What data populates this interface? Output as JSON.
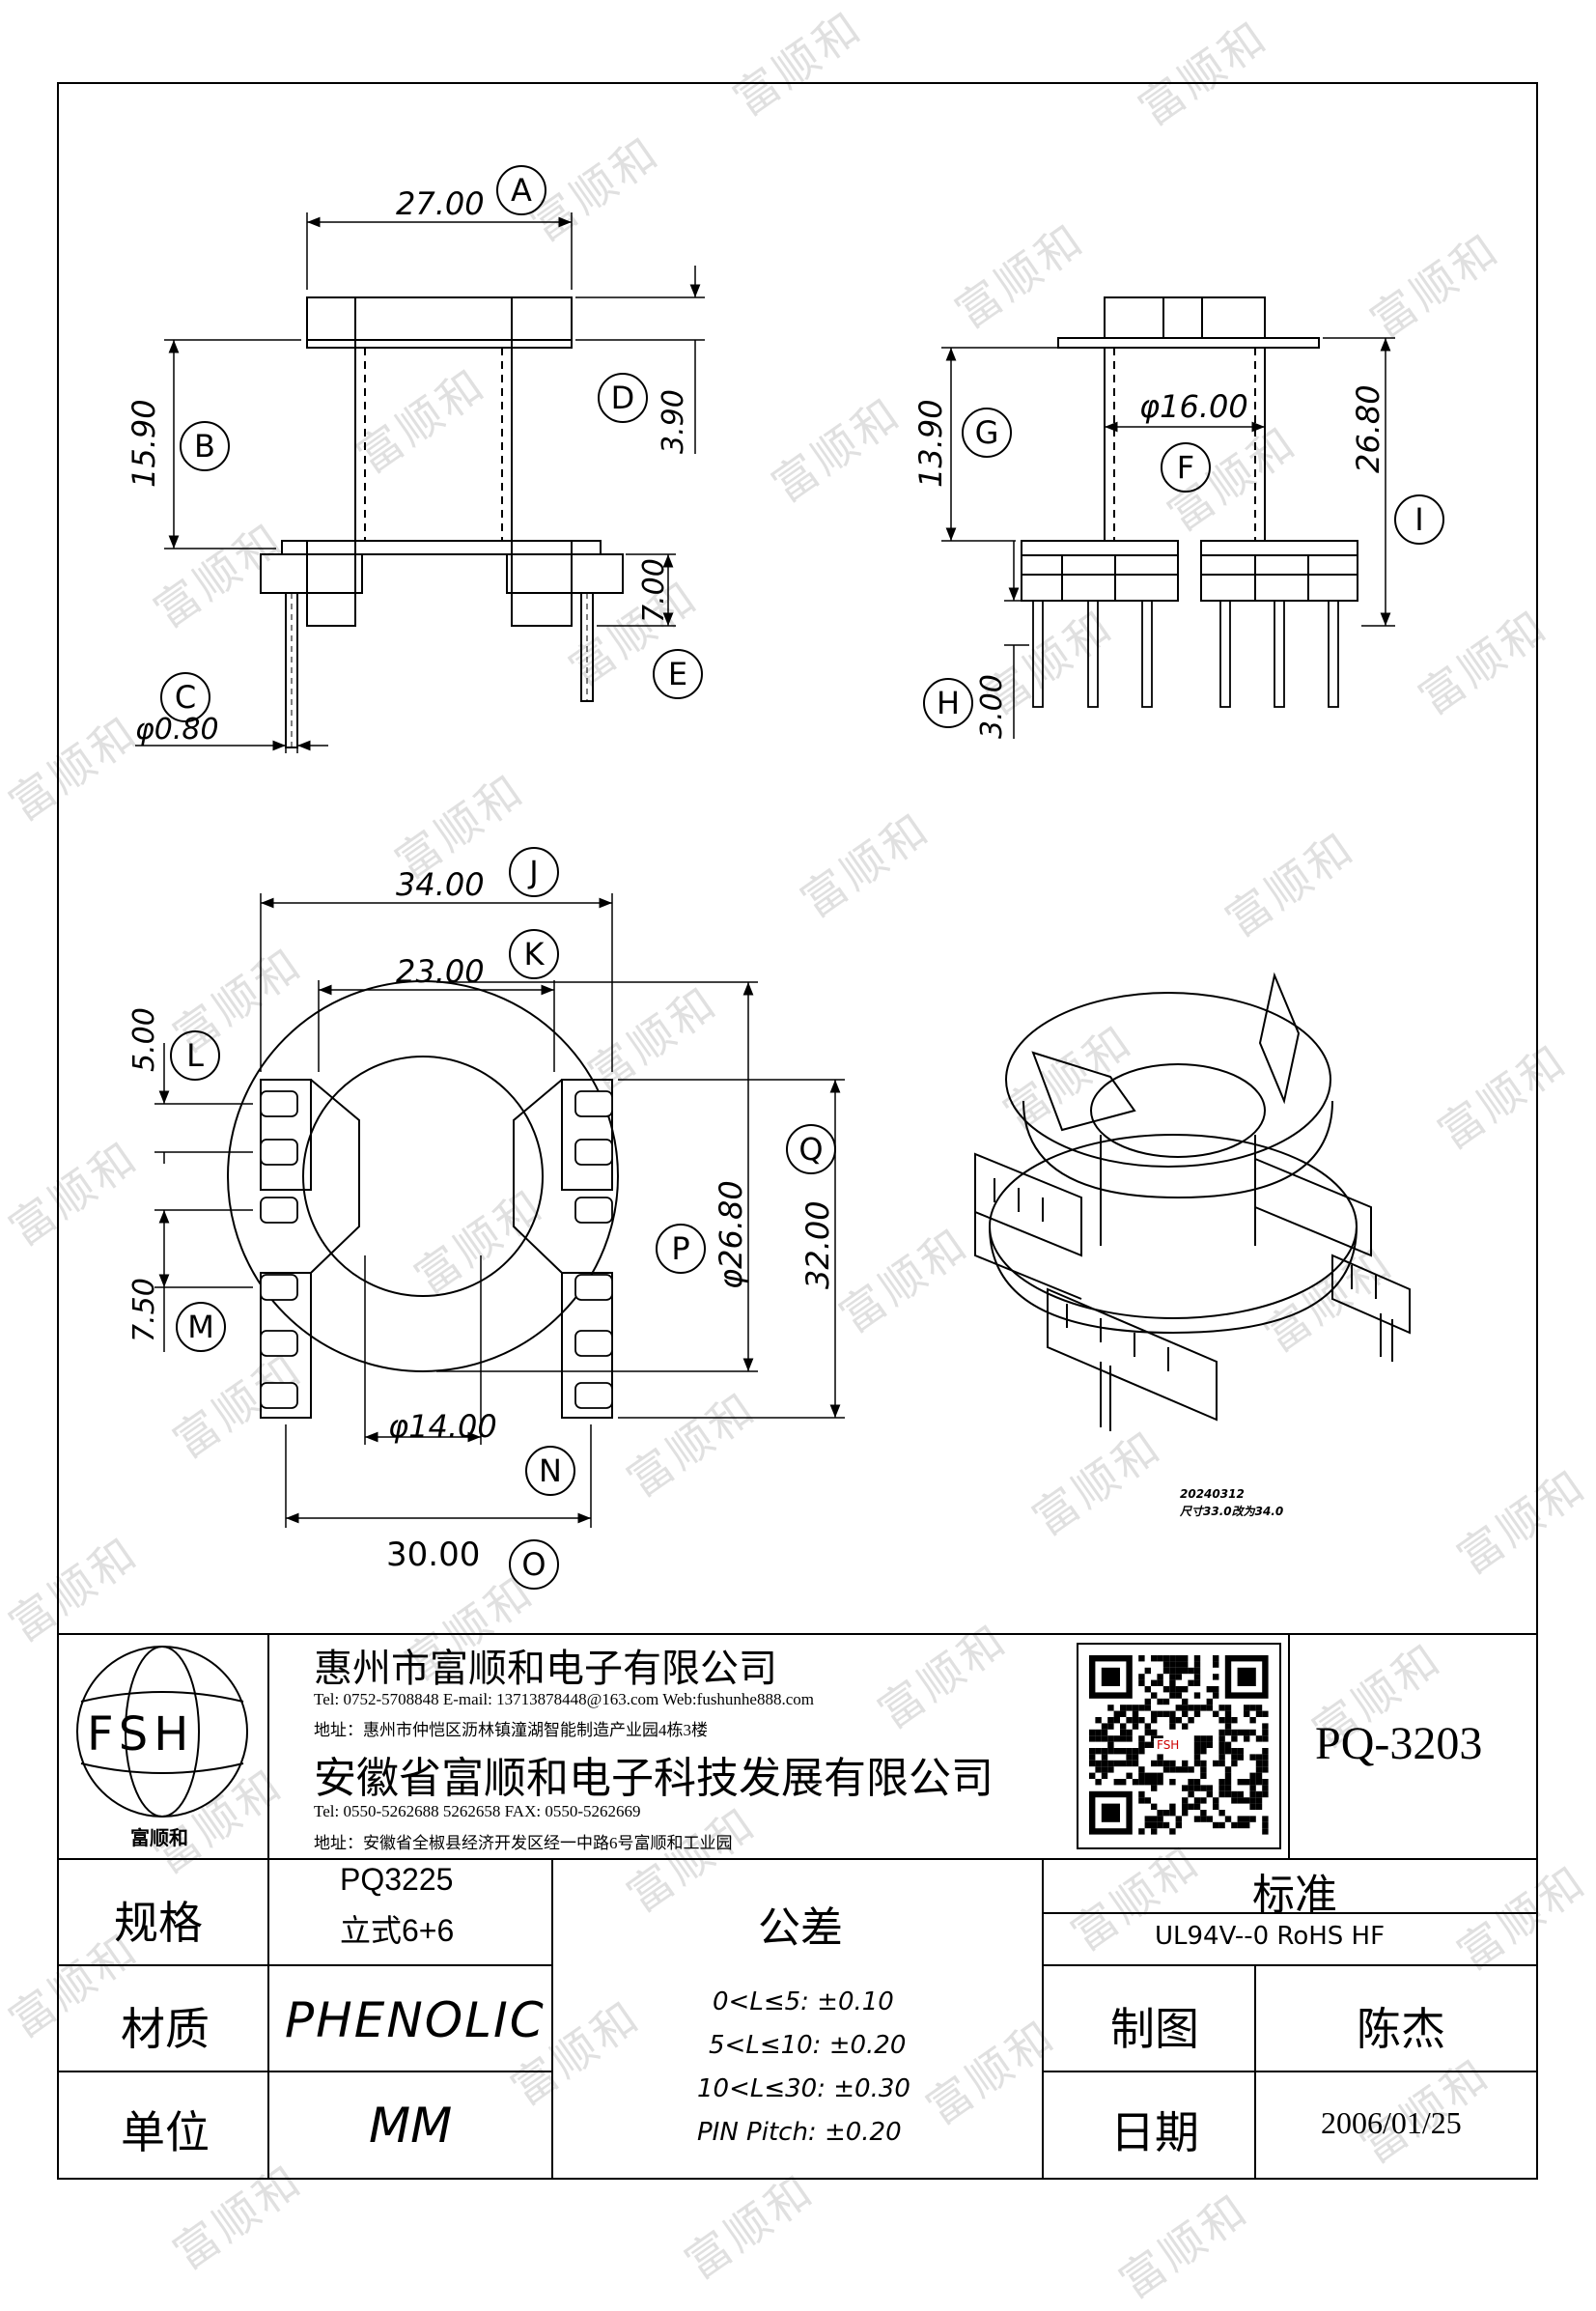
{
  "watermark": "富顺和",
  "drawing": {
    "dims": {
      "A": "27.00",
      "B": "15.90",
      "C": "φ0.80",
      "D": "3.90",
      "E": "7.00",
      "F": "φ16.00",
      "G": "13.90",
      "H": "3.00",
      "I": "26.80",
      "J": "34.00",
      "K": "23.00",
      "L": "5.00",
      "M": "7.50",
      "N": "φ14.00",
      "O": "30.00",
      "P": "φ26.80",
      "Q": "32.00"
    },
    "letters": {
      "A": "A",
      "B": "B",
      "C": "C",
      "D": "D",
      "E": "E",
      "F": "F",
      "G": "G",
      "H": "H",
      "I": "I",
      "J": "J",
      "K": "K",
      "L": "L",
      "M": "M",
      "N": "N",
      "O": "O",
      "P": "P",
      "Q": "Q"
    },
    "stamp_line1": "20240312",
    "stamp_line2": "尺寸33.0改为34.0"
  },
  "titleblock": {
    "logo_text": "FSH",
    "logo_caption": "富顺和",
    "company1": "惠州市富顺和电子有限公司",
    "company1_contact": "Tel: 0752-5708848   E-mail: 13713878448@163.com   Web:fushunhe888.com",
    "company1_address": "地址：惠州市仲恺区沥林镇潼湖智能制造产业园4栋3楼",
    "company2": "安徽省富顺和电子科技发展有限公司",
    "company2_contact": "Tel:   0550-5262688   5262658        FAX:  0550-5262669",
    "company2_address": "地址：安徽省全椒县经济开发区经一中路6号富顺和工业园",
    "qr_text": "FSH",
    "part_number": "PQ-3203",
    "spec_label": "规格",
    "spec_value_1": "PQ3225",
    "spec_value_2": "立式6+6",
    "tolerance_label": "公差",
    "tolerances": [
      "0<L≤5: ±0.10",
      "5<L≤10: ±0.20",
      "10<L≤30: ±0.30",
      "PIN Pitch: ±0.20"
    ],
    "standard_label": "标准",
    "standard_value": "UL94V--0  RoHS HF",
    "material_label": "材质",
    "material_value": "PHENOLIC",
    "unit_label": "单位",
    "unit_value": "MM",
    "drawn_label": "制图",
    "drawn_value": "陈杰",
    "date_label": "日期",
    "date_value": "2006/01/25"
  }
}
